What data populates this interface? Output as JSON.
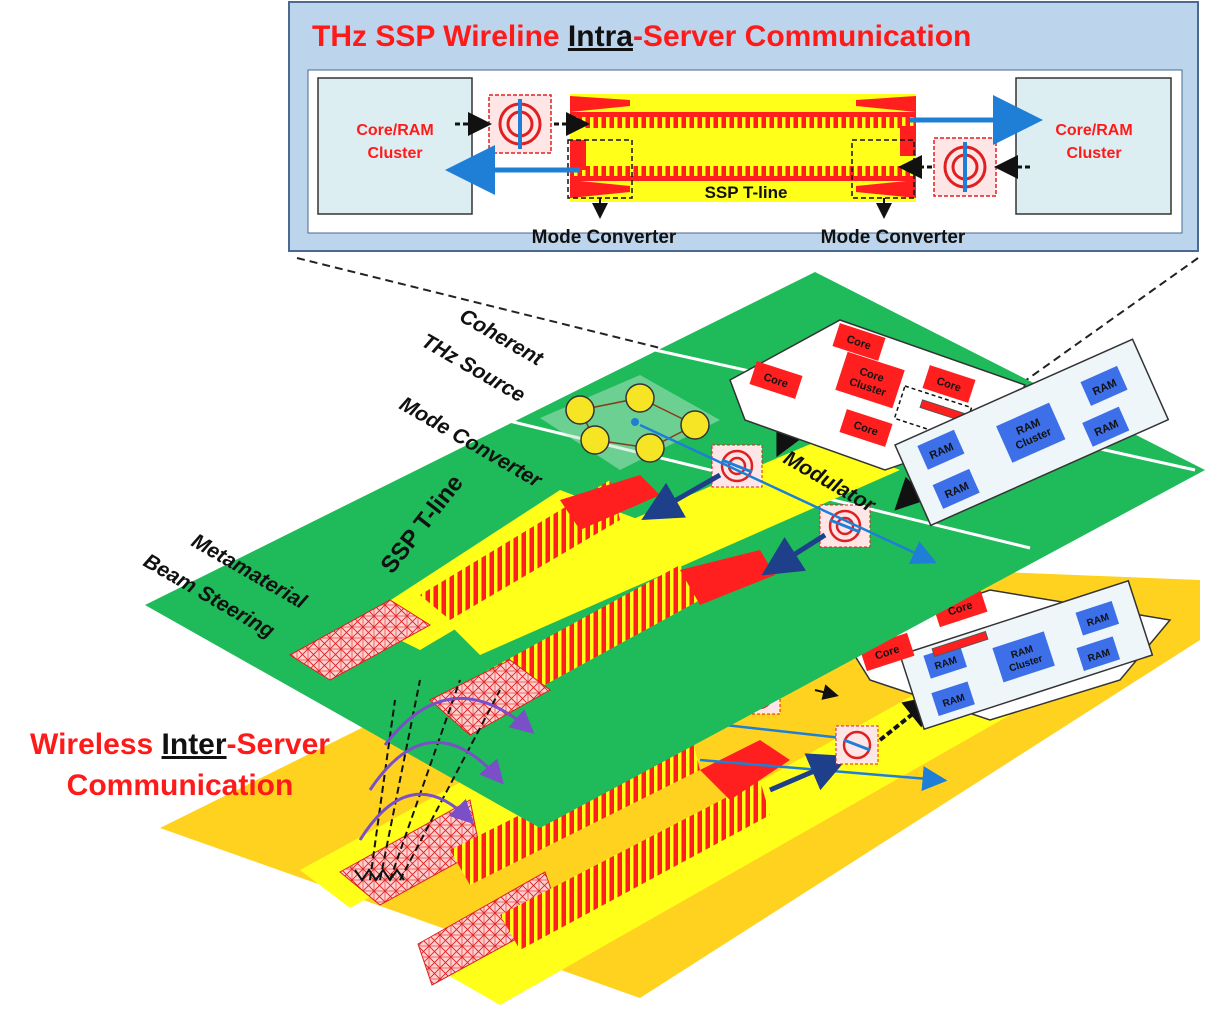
{
  "inset": {
    "title_prefix": "THz SSP Wireline ",
    "title_underlined": "Intra",
    "title_suffix": "-Server Communication",
    "left_cluster_line1": "Core/RAM",
    "left_cluster_line2": "Cluster",
    "right_cluster_line1": "Core/RAM",
    "right_cluster_line2": "Cluster",
    "tline_label": "SSP T-line",
    "mode_converter_left": "Mode Converter",
    "mode_converter_right": "Mode Converter"
  },
  "labels": {
    "coherent_line1": "Coherent",
    "coherent_line2": "THz Source",
    "mode_converter": "Mode Converter",
    "ssp_tline": "SSP T-line",
    "metamaterial_line1": "Metamaterial",
    "metamaterial_line2": "Beam Steering",
    "modulator": "Modulator",
    "wireless_prefix": "Wireless ",
    "wireless_underlined": "Inter",
    "wireless_suffix": "-Server",
    "wireless_line2": "Communication"
  },
  "chips": {
    "core": "Core",
    "core_cluster_line1": "Core",
    "core_cluster_line2": "Cluster",
    "ram": "RAM",
    "ram_cluster_line1": "RAM",
    "ram_cluster_line2": "Cluster"
  },
  "colors": {
    "title_red": "#ff1a1a",
    "board_green": "#1fba5a",
    "board_yellow": "#ffd21f",
    "tline_yellow": "#ffff1a",
    "tline_red": "#ff1f1f",
    "ram_blue": "#3d6fe8",
    "arrow_blue": "#1f7fd6",
    "inset_bg": "#bcd4ec"
  }
}
